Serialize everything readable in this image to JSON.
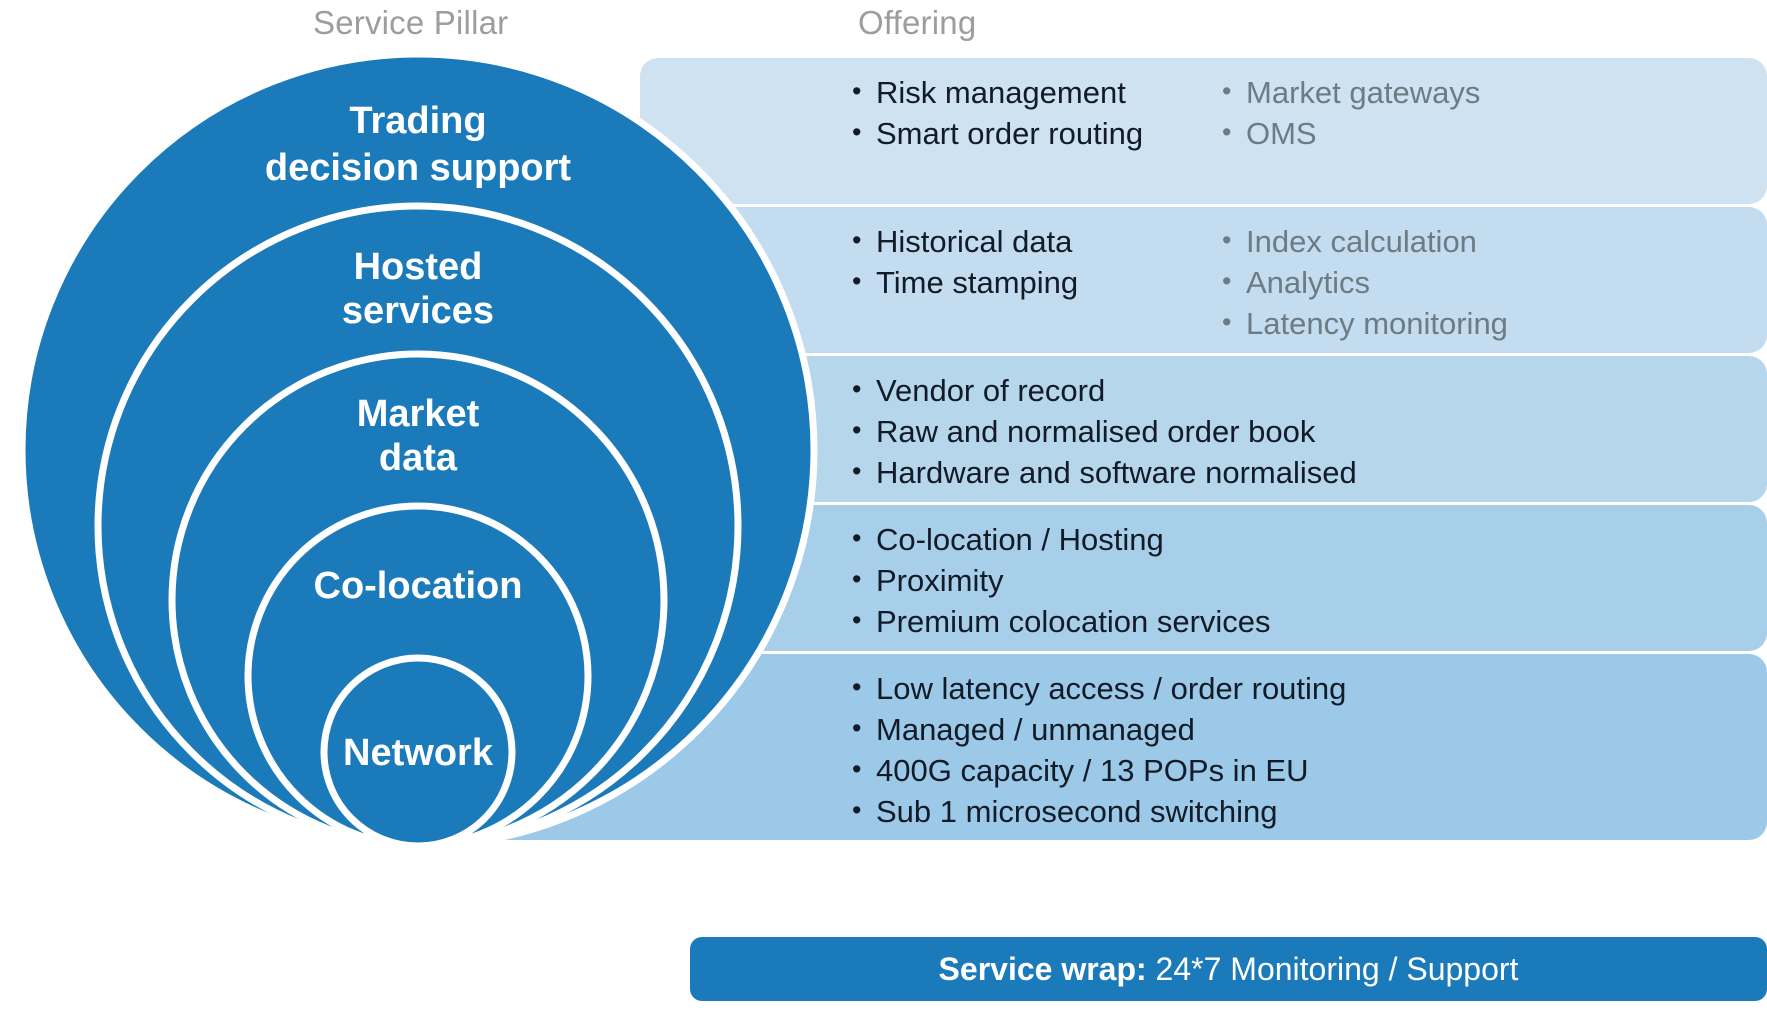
{
  "headers": {
    "pillar": "Service Pillar",
    "offering": "Offering"
  },
  "colors": {
    "circle_blue": "#1b7ab9",
    "circle_stroke": "#ffffff",
    "band_1": "#cee2f1",
    "band_2": "#c3dcef",
    "band_3": "#b6d6ec",
    "band_4": "#a8cfe9",
    "band_5": "#9bc9e7",
    "text_primary": "#121b27",
    "text_secondary": "#6d7b84",
    "header_gray": "#9d9d9d",
    "wrap_bar": "#1b7ab9"
  },
  "rows": [
    {
      "pillar_label_line1": "Trading",
      "pillar_label_line2": "decision support",
      "offerings_primary": [
        "Risk management",
        "Smart order routing"
      ],
      "offerings_secondary": [
        "Market gateways",
        "OMS"
      ]
    },
    {
      "pillar_label_line1": "Hosted",
      "pillar_label_line2": "services",
      "offerings_primary": [
        "Historical data",
        "Time stamping"
      ],
      "offerings_secondary": [
        "Index calculation",
        "Analytics",
        "Latency monitoring"
      ]
    },
    {
      "pillar_label_line1": "Market",
      "pillar_label_line2": "data",
      "offerings_primary": [
        "Vendor of record",
        "Raw and normalised order book",
        "Hardware and software normalised"
      ],
      "offerings_secondary": []
    },
    {
      "pillar_label_line1": "Co-location",
      "pillar_label_line2": "",
      "offerings_primary": [
        "Co-location / Hosting",
        "Proximity",
        "Premium colocation services"
      ],
      "offerings_secondary": []
    },
    {
      "pillar_label_line1": "Network",
      "pillar_label_line2": "",
      "offerings_primary": [
        "Low latency access / order routing",
        "Managed / unmanaged",
        "400G capacity / 13 POPs in EU",
        "Sub 1 microsecond switching"
      ],
      "offerings_secondary": []
    }
  ],
  "service_wrap": {
    "label": "Service wrap:",
    "value": "24*7 Monitoring / Support"
  }
}
